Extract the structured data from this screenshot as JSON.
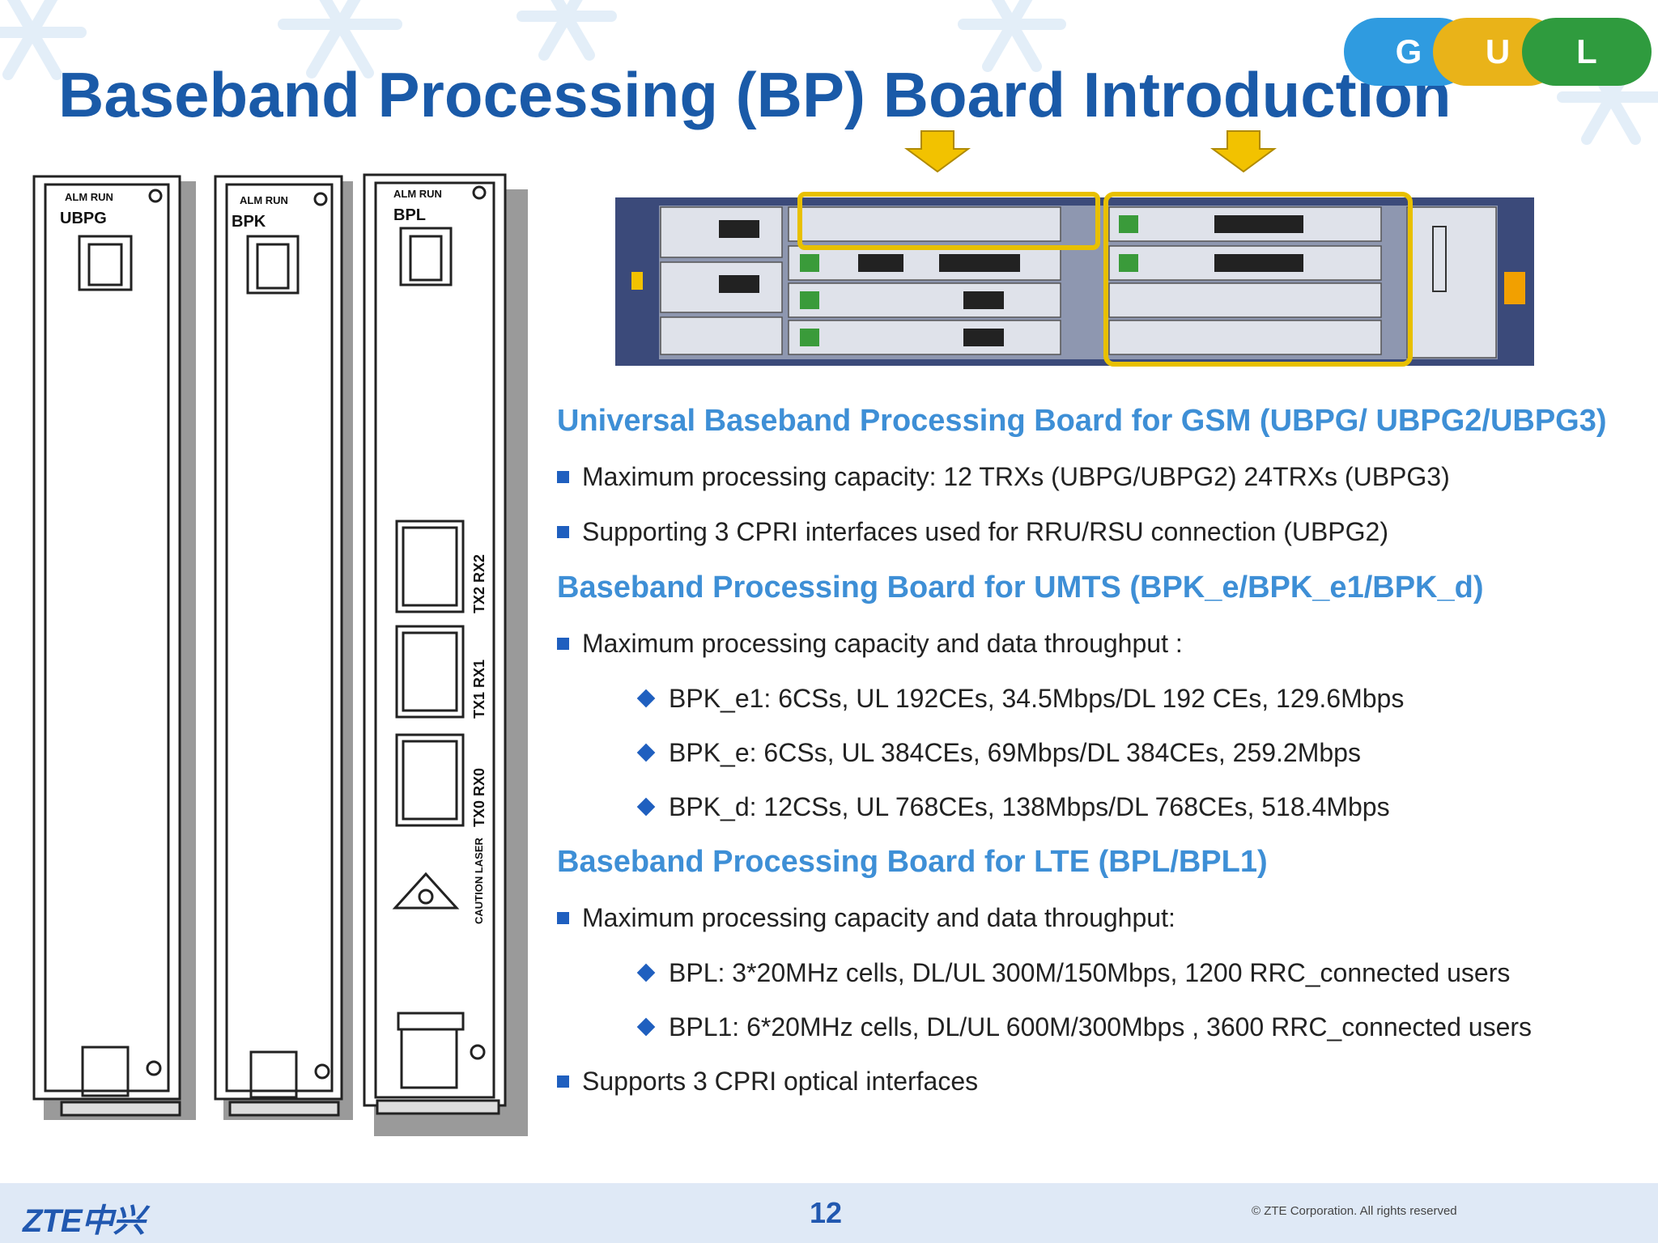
{
  "slide": {
    "title": "Baseband Processing (BP) Board Introduction",
    "page_number": "12",
    "logo_text": "ZTE中兴",
    "copyright": "© ZTE Corporation. All rights reserved"
  },
  "badges": [
    {
      "label": "G",
      "color": "#2f9be0"
    },
    {
      "label": "U",
      "color": "#e9b319"
    },
    {
      "label": "L",
      "color": "#2f9b3e"
    }
  ],
  "boards": {
    "ubpg": {
      "name": "UBPG",
      "led": "ALM RUN"
    },
    "bpk": {
      "name": "BPK",
      "led": "ALM RUN"
    },
    "bpl": {
      "name": "BPL",
      "led": "ALM RUN",
      "port_labels": [
        "TX2 RX2",
        "TX1 RX1",
        "TX0 RX0"
      ],
      "caution": "CAUTION LASER"
    }
  },
  "sections": [
    {
      "heading": "Universal Baseband Processing Board for GSM (UBPG/ UBPG2/UBPG3)",
      "items": [
        {
          "level": 1,
          "text": "Maximum processing capacity: 12 TRXs  (UBPG/UBPG2) 24TRXs  (UBPG3)"
        },
        {
          "level": 1,
          "text": "Supporting 3 CPRI interfaces used for RRU/RSU connection (UBPG2)"
        }
      ]
    },
    {
      "heading": "Baseband Processing Board  for UMTS (BPK_e/BPK_e1/BPK_d)",
      "items": [
        {
          "level": 1,
          "text": "Maximum processing capacity and data throughput :"
        },
        {
          "level": 2,
          "text": "BPK_e1: 6CSs, UL 192CEs, 34.5Mbps/DL 192 CEs, 129.6Mbps"
        },
        {
          "level": 2,
          "text": "BPK_e: 6CSs, UL 384CEs, 69Mbps/DL 384CEs, 259.2Mbps"
        },
        {
          "level": 2,
          "text": "BPK_d: 12CSs, UL 768CEs, 138Mbps/DL 768CEs, 518.4Mbps"
        }
      ]
    },
    {
      "heading": "Baseband Processing Board for LTE (BPL/BPL1)",
      "items": [
        {
          "level": 1,
          "text": "Maximum processing capacity and data throughput:"
        },
        {
          "level": 2,
          "text": "BPL: 3*20MHz cells, DL/UL 300M/150Mbps, 1200 RRC_connected users"
        },
        {
          "level": 2,
          "text": "BPL1: 6*20MHz cells, DL/UL 600M/300Mbps , 3600 RRC_connected users"
        },
        {
          "level": 1,
          "text": "Supports 3 CPRI optical interfaces"
        }
      ]
    }
  ]
}
